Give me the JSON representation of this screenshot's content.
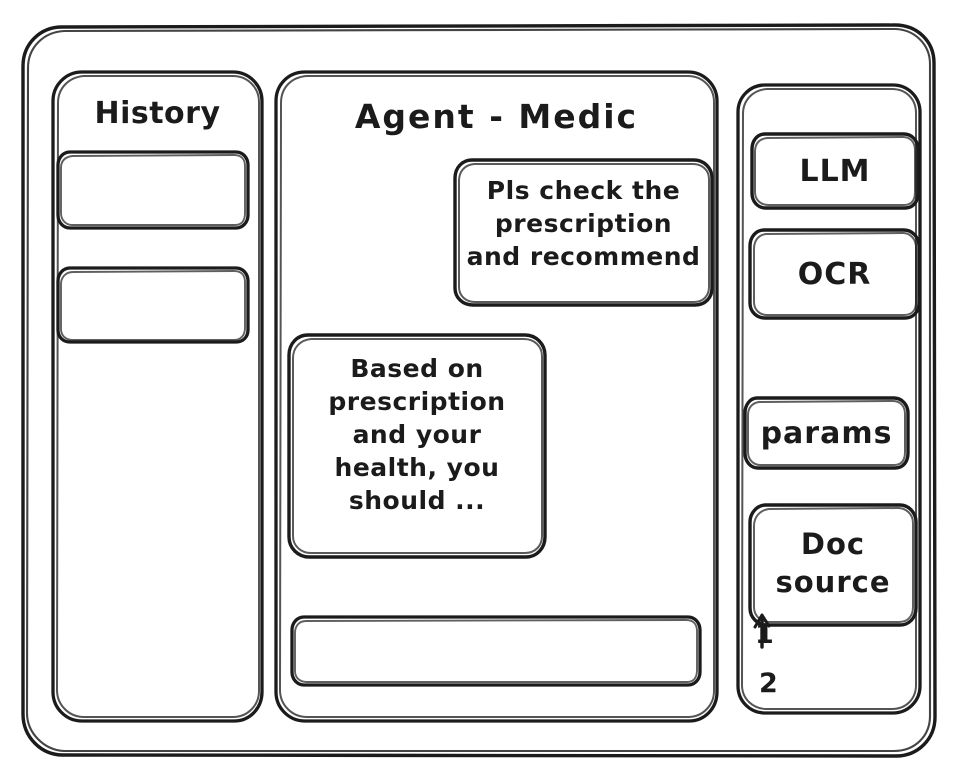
{
  "app": {
    "style": "hand-drawn-wireframe",
    "stroke_color": "#1b1b1b",
    "background_color": "#ffffff"
  },
  "sidebar_left": {
    "title": "History",
    "items": [
      {
        "label": ""
      },
      {
        "label": ""
      }
    ]
  },
  "main": {
    "title": "Agent - Medic",
    "messages": [
      {
        "role": "user",
        "text": "Pls check the\nprescription\nand recommend"
      },
      {
        "role": "agent",
        "text": "Based on\nprescription\nand your\nhealth, you\nshould ..."
      }
    ],
    "composer": {
      "value": "",
      "placeholder": ""
    }
  },
  "sidebar_right": {
    "cards": [
      {
        "label": "LLM"
      },
      {
        "label": "OCR"
      },
      {
        "label": "params"
      },
      {
        "label": "Doc\nsource"
      }
    ],
    "source_list": [
      {
        "marker": "1"
      },
      {
        "marker": "2"
      }
    ]
  }
}
